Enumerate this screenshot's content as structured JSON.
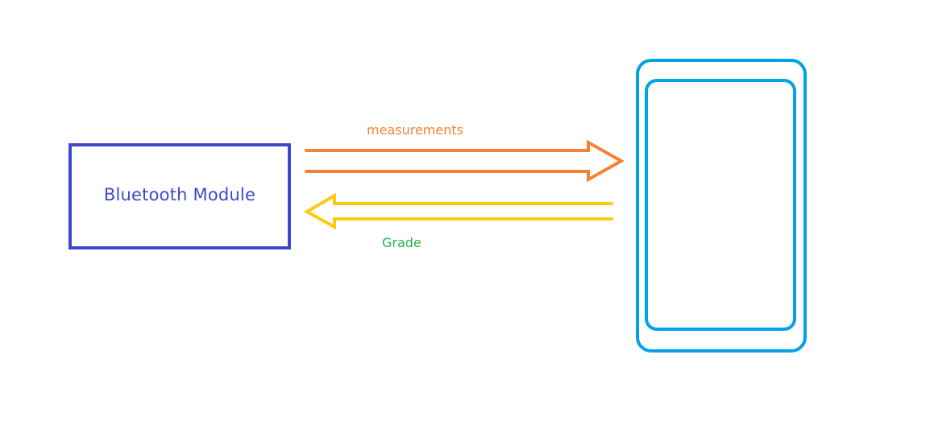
{
  "colors": {
    "module_border": "#3f48cc",
    "module_text": "#3f48cc",
    "measurements_arrow": "#f58233",
    "measurements_text": "#f58233",
    "grade_arrow": "#ffc90e",
    "grade_text": "#22b14c",
    "phone_outline": "#00a2e8",
    "background": "#ffffff"
  },
  "nodes": {
    "bluetooth_module": {
      "label": "Bluetooth Module"
    },
    "phone": {
      "label": ""
    }
  },
  "edges": {
    "measurements": {
      "label": "measurements",
      "from": "bluetooth_module",
      "to": "phone"
    },
    "grade": {
      "label": "Grade",
      "from": "phone",
      "to": "bluetooth_module"
    }
  }
}
